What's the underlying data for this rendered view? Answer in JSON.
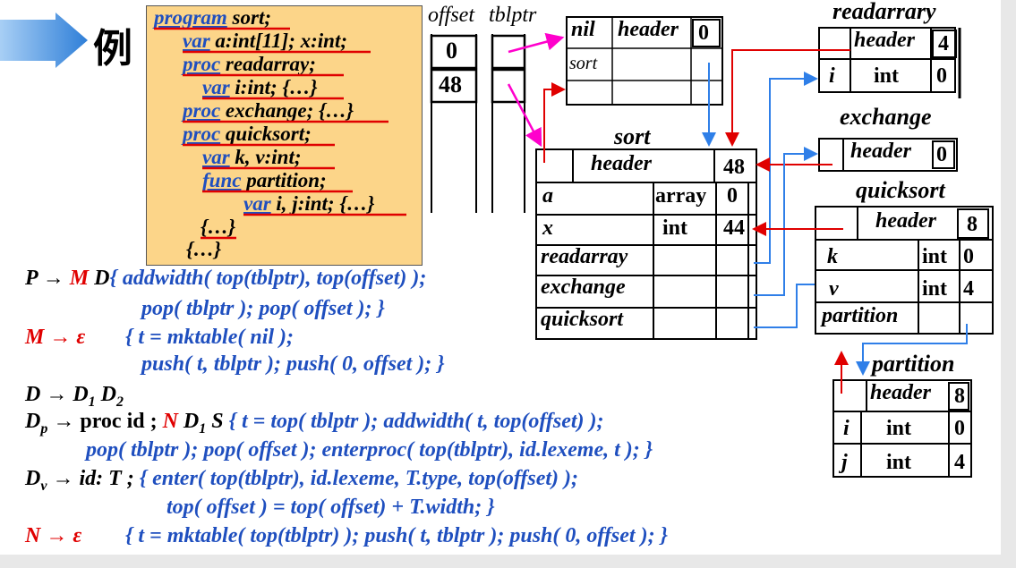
{
  "title_char": "例",
  "code": {
    "l1_kw": "program",
    "l1_rest": " sort;",
    "l2_kw": "var",
    "l2_rest": " a:int[11]; x:int;",
    "l3_kw": "proc",
    "l3_rest": " readarray;",
    "l4_kw": "var",
    "l4_rest": " i:int; {…}",
    "l5_kw": "proc",
    "l5_rest": " exchange; {…}",
    "l6_kw": "proc",
    "l6_rest": " quicksort;",
    "l7_kw": "var",
    "l7_rest": " k, v:int;",
    "l8_kw": "func",
    "l8_rest": " partition;",
    "l9_kw": "var",
    "l9_rest": " i, j:int; {…}",
    "l10": "{…}",
    "l11": "{…}"
  },
  "stack": {
    "offset_label": "offset",
    "tblptr_label": "tblptr",
    "offset_values": [
      "0",
      "48"
    ]
  },
  "tables": {
    "nil_table": {
      "c1": "nil",
      "c2": "header",
      "c3": "0",
      "row2": "sort"
    },
    "sort": {
      "label": "sort",
      "header": "header",
      "width": "48",
      "rows": [
        {
          "name": "a",
          "type": "array",
          "val": "0"
        },
        {
          "name": "x",
          "type": "int",
          "val": "44"
        },
        {
          "name": "readarray",
          "type": "",
          "val": ""
        },
        {
          "name": "exchange",
          "type": "",
          "val": ""
        },
        {
          "name": "quicksort",
          "type": "",
          "val": ""
        }
      ]
    },
    "readarray": {
      "label": "readarrary",
      "header": "header",
      "width": "4",
      "row_name": "i",
      "row_type": "int",
      "row_val": "0"
    },
    "exchange": {
      "label": "exchange",
      "header": "header",
      "width": "0"
    },
    "quicksort": {
      "label": "quicksort",
      "header": "header",
      "width": "8",
      "rows": [
        {
          "name": "k",
          "type": "int",
          "val": "0"
        },
        {
          "name": "v",
          "type": "int",
          "val": "4"
        },
        {
          "name": "partition",
          "type": "",
          "val": ""
        }
      ]
    },
    "partition": {
      "label": "partition",
      "header": "header",
      "width": "8",
      "rows": [
        {
          "name": "i",
          "type": "int",
          "val": "0"
        },
        {
          "name": "j",
          "type": "int",
          "val": "4"
        }
      ]
    }
  },
  "rules": {
    "r1_lhs": "P",
    "r1_arrow": " → ",
    "r1_m": "M",
    "r1_d": " D",
    "r1_action": "{ addwidth( top(tblptr), top(offset) );",
    "r1b": "pop( tblptr ); pop( offset ); }",
    "r2_lhs": "M → ε",
    "r2_action": "{ t = mktable( nil );",
    "r2b": "push( t, tblptr ); push( 0, offset ); }",
    "r3": "D → D",
    "r3_sub1": "1",
    "r3_d2": " D",
    "r3_sub2": "2",
    "r4_lhs": "D",
    "r4_sub": "p",
    "r4_arrow": " → ",
    "r4_proc": "proc id ; ",
    "r4_n": "N",
    "r4_d1": " D",
    "r4_d1sub": "1",
    "r4_s": " S ",
    "r4_action": "{ t = top( tblptr ); addwidth( t, top(offset) );",
    "r4b": "pop( tblptr ); pop( offset ); enterproc( top(tblptr), id.lexeme, t ); }",
    "r5_lhs": "D",
    "r5_sub": "v",
    "r5_arrow": " → ",
    "r5_id": "id: T ; ",
    "r5_action": "{ enter( top(tblptr), id.lexeme, T.type, top(offset) );",
    "r5b": "top( offset ) = top( offset)  + T.width; }",
    "r6_lhs": "N → ε",
    "r6_action": "{ t = mktable( top(tblptr) ); push( t, tblptr ); push( 0, offset ); }"
  },
  "colors": {
    "accent": "#2f7fd8",
    "code_bg": "#fcd589",
    "red": "#e00000",
    "blue": "#1f4fbf",
    "magenta": "#ff00cc",
    "arrow_blue": "#2f7fe8"
  }
}
